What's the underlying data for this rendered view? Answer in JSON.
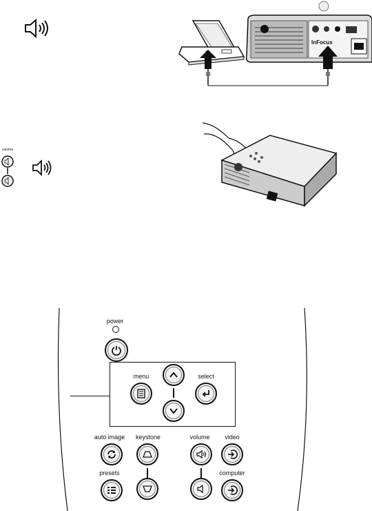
{
  "top_figure": {
    "speaker_icon": "speaker-volume-icon",
    "projector_brand": "InFocus"
  },
  "middle_figure": {
    "volume_label": "volume",
    "speaker_icon": "speaker-volume-icon"
  },
  "keypad": {
    "power": "power",
    "menu": "menu",
    "select": "select",
    "auto_image": "auto image",
    "keystone": "keystone",
    "volume": "volume",
    "video": "video",
    "presets": "presets",
    "computer": "computer"
  }
}
